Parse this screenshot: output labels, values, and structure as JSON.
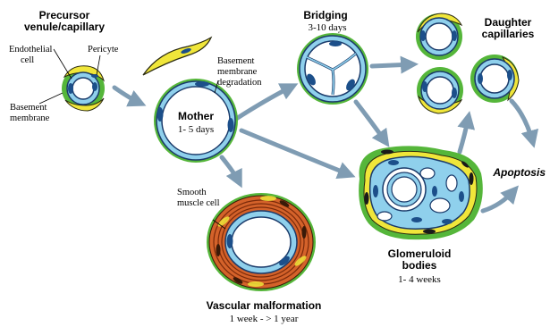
{
  "stages": {
    "precursor": {
      "title_line1": "Precursor",
      "title_line2": "venule/capillary"
    },
    "mother": {
      "title": "Mother",
      "duration": "1- 5 days"
    },
    "bridging": {
      "title": "Bridging",
      "duration": "3-10 days"
    },
    "daughter": {
      "title_line1": "Daughter",
      "title_line2": "capillaries"
    },
    "glomeruloid": {
      "title_line1": "Glomeruloid",
      "title_line2": "bodies",
      "duration": "1- 4 weeks"
    },
    "malformation": {
      "title": "Vascular malformation",
      "duration": "1 week - > 1 year"
    },
    "apoptosis": {
      "title": "Apoptosis"
    }
  },
  "annotations": {
    "endothelial_line1": "Endothelial",
    "endothelial_line2": "cell",
    "pericyte": "Pericyte",
    "basement_line1": "Basement",
    "basement_line2": "membrane",
    "bm_degradation_line1": "Basement",
    "bm_degradation_line2": "membrane",
    "bm_degradation_line3": "degradation",
    "smooth_muscle_line1": "Smooth",
    "smooth_muscle_line2": "muscle cell"
  },
  "colors": {
    "endothelium": "#8fd0ec",
    "endothelium_edge": "#1a3a6a",
    "nucleus": "#1c4f8a",
    "basement_membrane": "#55b63a",
    "pericyte": "#f0e63a",
    "smooth_muscle": "#d4622a",
    "arrow": "#7f9cb3"
  }
}
